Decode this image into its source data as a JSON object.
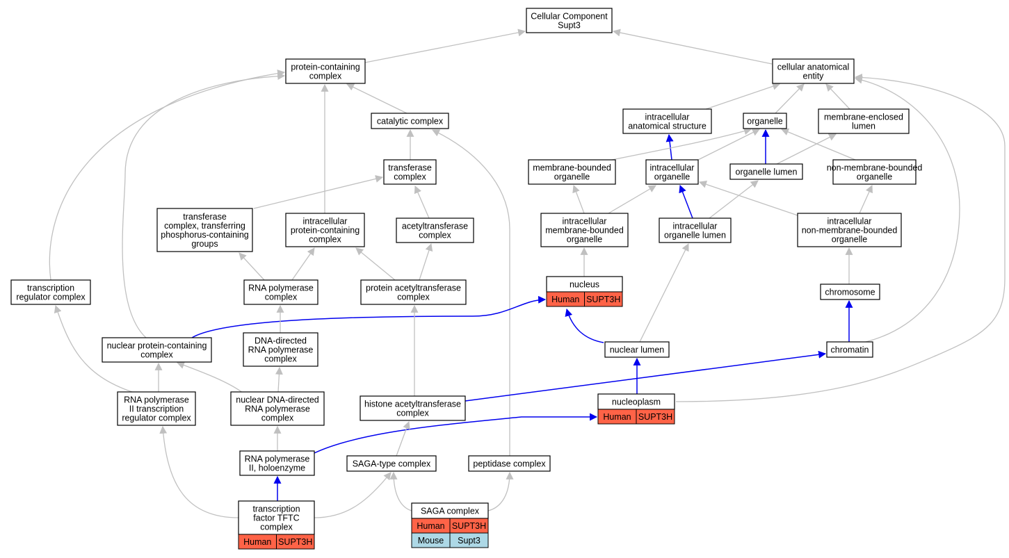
{
  "nodes": {
    "root": [
      "Cellular Component",
      "Supt3"
    ],
    "pcc": [
      "protein-containing",
      "complex"
    ],
    "cae": [
      "cellular anatomical",
      "entity"
    ],
    "catalytic": [
      "catalytic complex"
    ],
    "ias": [
      "intracellular",
      "anatomical structure"
    ],
    "organelle": [
      "organelle"
    ],
    "mel": [
      "membrane-enclosed",
      "lumen"
    ],
    "transferase": [
      "transferase",
      "complex"
    ],
    "mbo": [
      "membrane-bounded",
      "organelle"
    ],
    "io": [
      "intracellular",
      "organelle"
    ],
    "ol": [
      "organelle lumen"
    ],
    "nmbo": [
      "non-membrane-bounded",
      "organelle"
    ],
    "tctp": [
      "transferase",
      "complex, transferring",
      "phosphorus-containing",
      "groups"
    ],
    "ipcc": [
      "intracellular",
      "protein-containing",
      "complex"
    ],
    "acetyl": [
      "acetyltransferase",
      "complex"
    ],
    "imbo": [
      "intracellular",
      "membrane-bounded",
      "organelle"
    ],
    "iol": [
      "intracellular",
      "organelle lumen"
    ],
    "inmbo": [
      "intracellular",
      "non-membrane-bounded",
      "organelle"
    ],
    "trc": [
      "transcription",
      "regulator complex"
    ],
    "rnap": [
      "RNA polymerase",
      "complex"
    ],
    "pat": [
      "protein acetyltransferase",
      "complex"
    ],
    "nucleus": [
      "nucleus"
    ],
    "chromosome": [
      "chromosome"
    ],
    "npcc": [
      "nuclear protein-containing",
      "complex"
    ],
    "ddrnap": [
      "DNA-directed",
      "RNA polymerase",
      "complex"
    ],
    "nlumen": [
      "nuclear lumen"
    ],
    "chromatin": [
      "chromatin"
    ],
    "rnap2trc": [
      "RNA polymerase",
      "II transcription",
      "regulator complex"
    ],
    "nddrnap": [
      "nuclear DNA-directed",
      "RNA polymerase",
      "complex"
    ],
    "hat": [
      "histone acetyltransferase",
      "complex"
    ],
    "nucleoplasm": [
      "nucleoplasm"
    ],
    "holo": [
      "RNA polymerase",
      "II, holoenzyme"
    ],
    "sagatype": [
      "SAGA-type complex"
    ],
    "peptidase": [
      "peptidase complex"
    ],
    "tftc": [
      "transcription",
      "factor TFTC",
      "complex"
    ],
    "saga": [
      "SAGA complex"
    ]
  },
  "annotations": {
    "nucleus": [
      [
        "Human",
        "SUPT3H"
      ]
    ],
    "nucleoplasm": [
      [
        "Human",
        "SUPT3H"
      ]
    ],
    "tftc": [
      [
        "Human",
        "SUPT3H"
      ]
    ],
    "saga": [
      [
        "Human",
        "SUPT3H"
      ],
      [
        "Mouse",
        "Supt3"
      ]
    ]
  },
  "colors": {
    "human": "#ff6347",
    "mouse": "#add8e6",
    "edge_is_a": "#c0c0c0",
    "edge_part_of": "#0000ee"
  }
}
